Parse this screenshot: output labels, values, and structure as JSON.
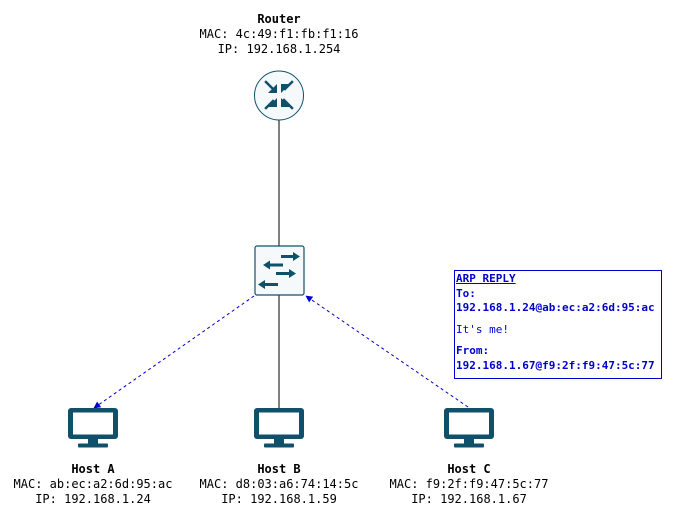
{
  "router": {
    "title": "Router",
    "mac": "MAC: 4c:49:f1:fb:f1:16",
    "ip": "IP: 192.168.1.254"
  },
  "hosts": [
    {
      "title": "Host A",
      "mac": "MAC: ab:ec:a2:6d:95:ac",
      "ip": "IP: 192.168.1.24"
    },
    {
      "title": "Host B",
      "mac": "MAC: d8:03:a6:74:14:5c",
      "ip": "IP: 192.168.1.59"
    },
    {
      "title": "Host C",
      "mac": "MAC: f9:2f:f9:47:5c:77",
      "ip": "IP: 192.168.1.67"
    }
  ],
  "arp_reply": {
    "heading": "ARP REPLY",
    "to_label": "To:",
    "to_value": "192.168.1.24@ab:ec:a2:6d:95:ac",
    "message": "It's me!",
    "from_label": "From:",
    "from_value": "192.168.1.67@f9:2f:f9:47:5c:77"
  },
  "colors": {
    "device": "#10506b",
    "arrow": "#0000cc",
    "link": "#000000"
  },
  "icons": {
    "router": "router-icon",
    "switch": "switch-icon",
    "host": "monitor-icon"
  }
}
